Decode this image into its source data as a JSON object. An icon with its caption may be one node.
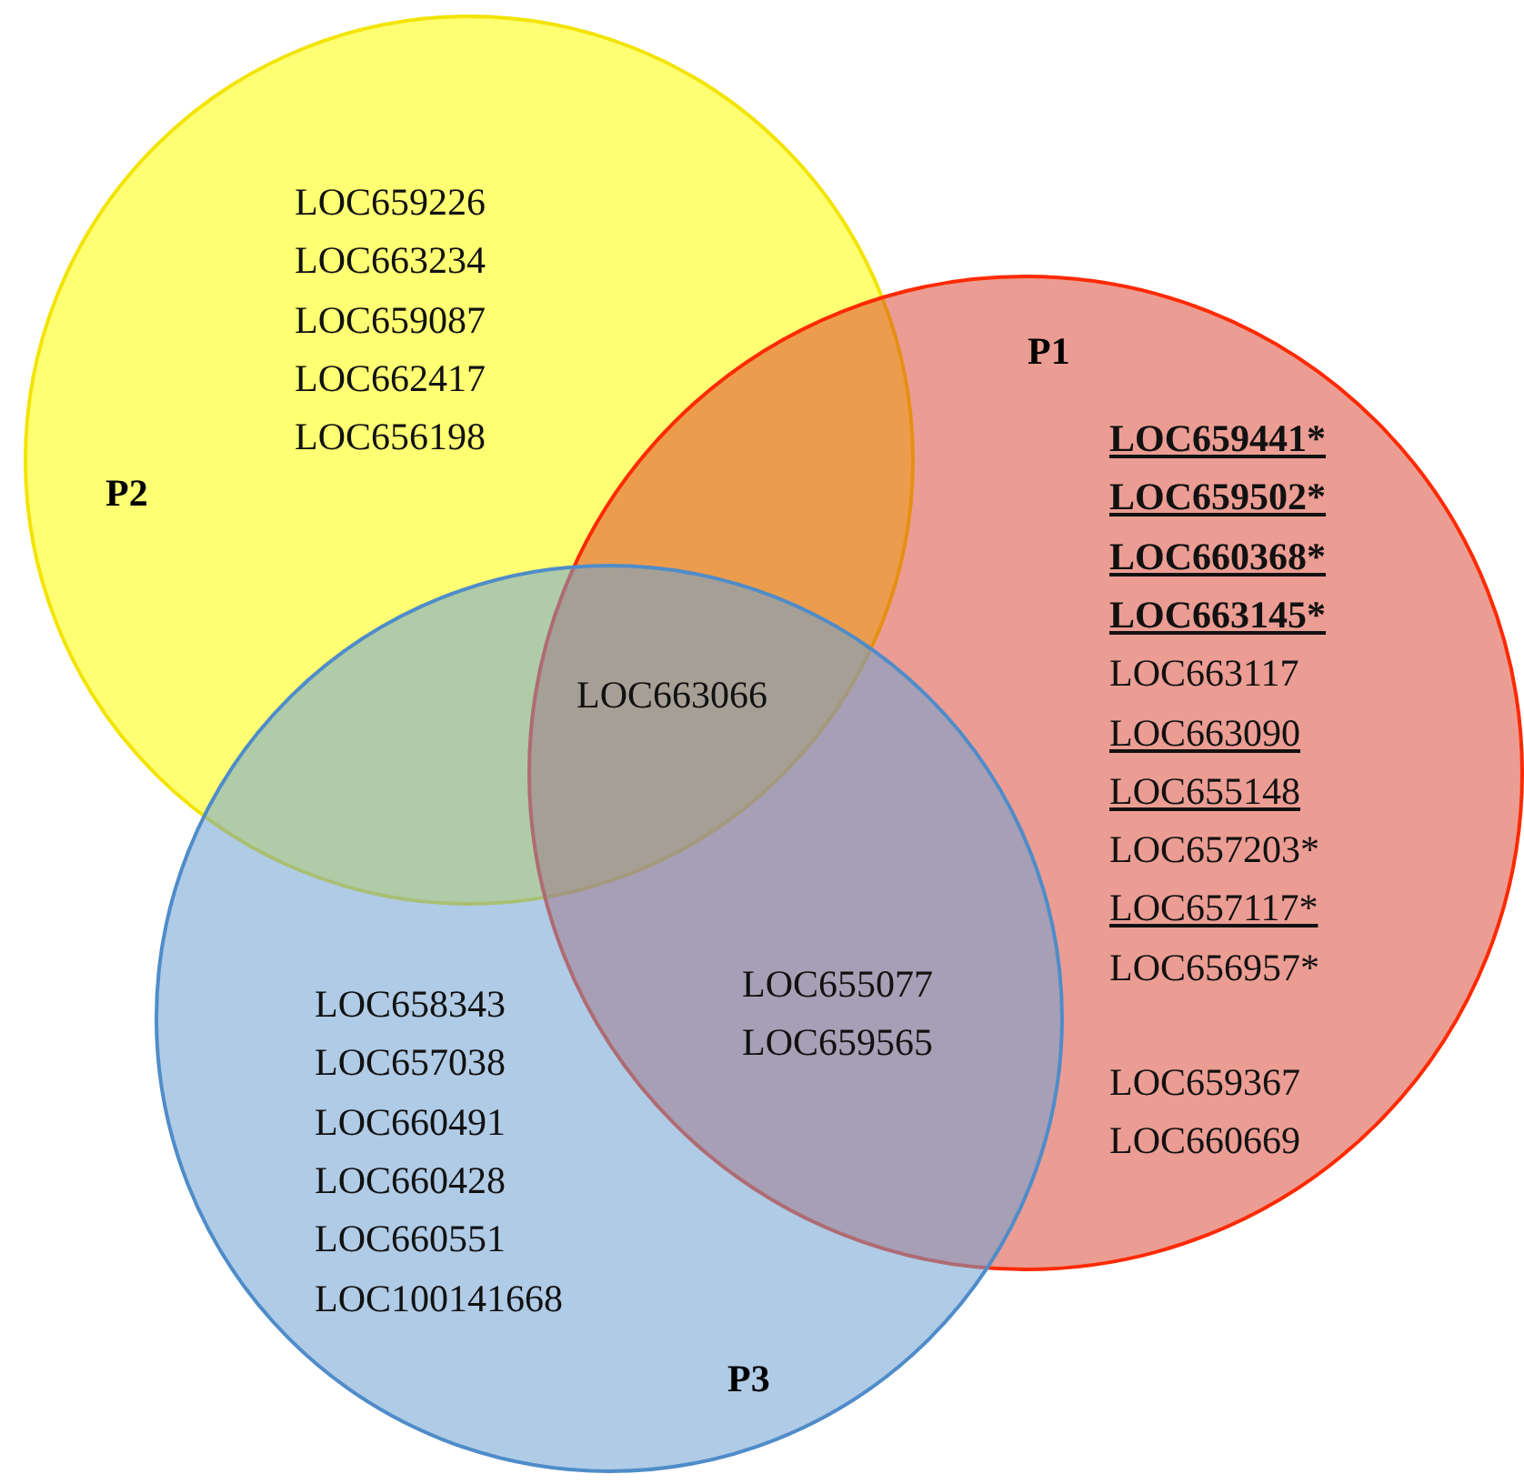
{
  "diagram": {
    "nodes": [
      {
        "text": [
          "P2"
        ]
      },
      {
        "text": [
          "P1"
        ]
      },
      {
        "text": [
          "P3"
        ]
      }
    ],
    "labels": [
      "LOC659226",
      "LOC663234",
      "LOC659087",
      "LOC662417",
      "LOC656198",
      "LOC659441*",
      "LOC659502*",
      "LOC660368*",
      "LOC663145*",
      "LOC663117",
      "LOC663090",
      "LOC655148",
      "LOC657203*",
      "LOC657117*",
      "LOC656957*",
      "LOC659367",
      "LOC660669",
      "LOC663066",
      "LOC655077",
      "LOC659565",
      "LOC658343",
      "LOC657038",
      "LOC660491",
      "LOC660428",
      "LOC660551",
      "LOC100141668"
    ]
  }
}
